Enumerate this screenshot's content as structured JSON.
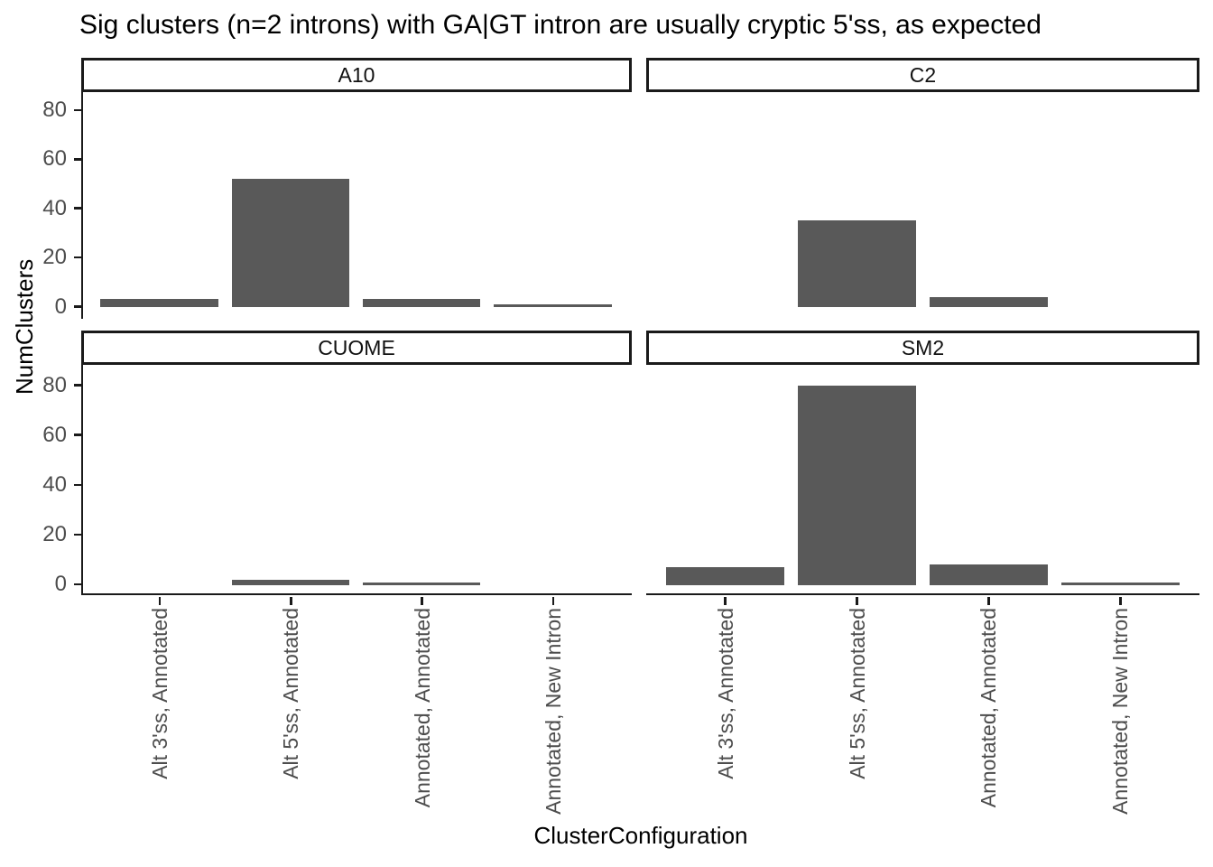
{
  "chart_data": {
    "type": "bar",
    "title": "Sig clusters (n=2 introns) with GA|GT intron are usually cryptic 5'ss, as expected",
    "xlabel": "ClusterConfiguration",
    "ylabel": "NumClusters",
    "categories": [
      "Alt 3'ss, Annotated",
      "Alt 5'ss, Annotated",
      "Annotated, Annotated",
      "Annotated, New Intron"
    ],
    "facets": [
      {
        "name": "A10",
        "values": [
          3,
          52,
          3,
          1
        ]
      },
      {
        "name": "C2",
        "values": [
          0,
          35,
          4,
          0
        ]
      },
      {
        "name": "CUOME",
        "values": [
          0,
          2,
          1,
          0
        ]
      },
      {
        "name": "SM2",
        "values": [
          7,
          80,
          8,
          1
        ]
      }
    ],
    "ylim": [
      0,
      80
    ],
    "yticks": [
      0,
      20,
      40,
      60,
      80
    ],
    "bar_color": "#595959",
    "axis_text_color": "#4d4d4d",
    "axis_line_color": "#1a1a1a",
    "grid": false,
    "legend": "none"
  }
}
